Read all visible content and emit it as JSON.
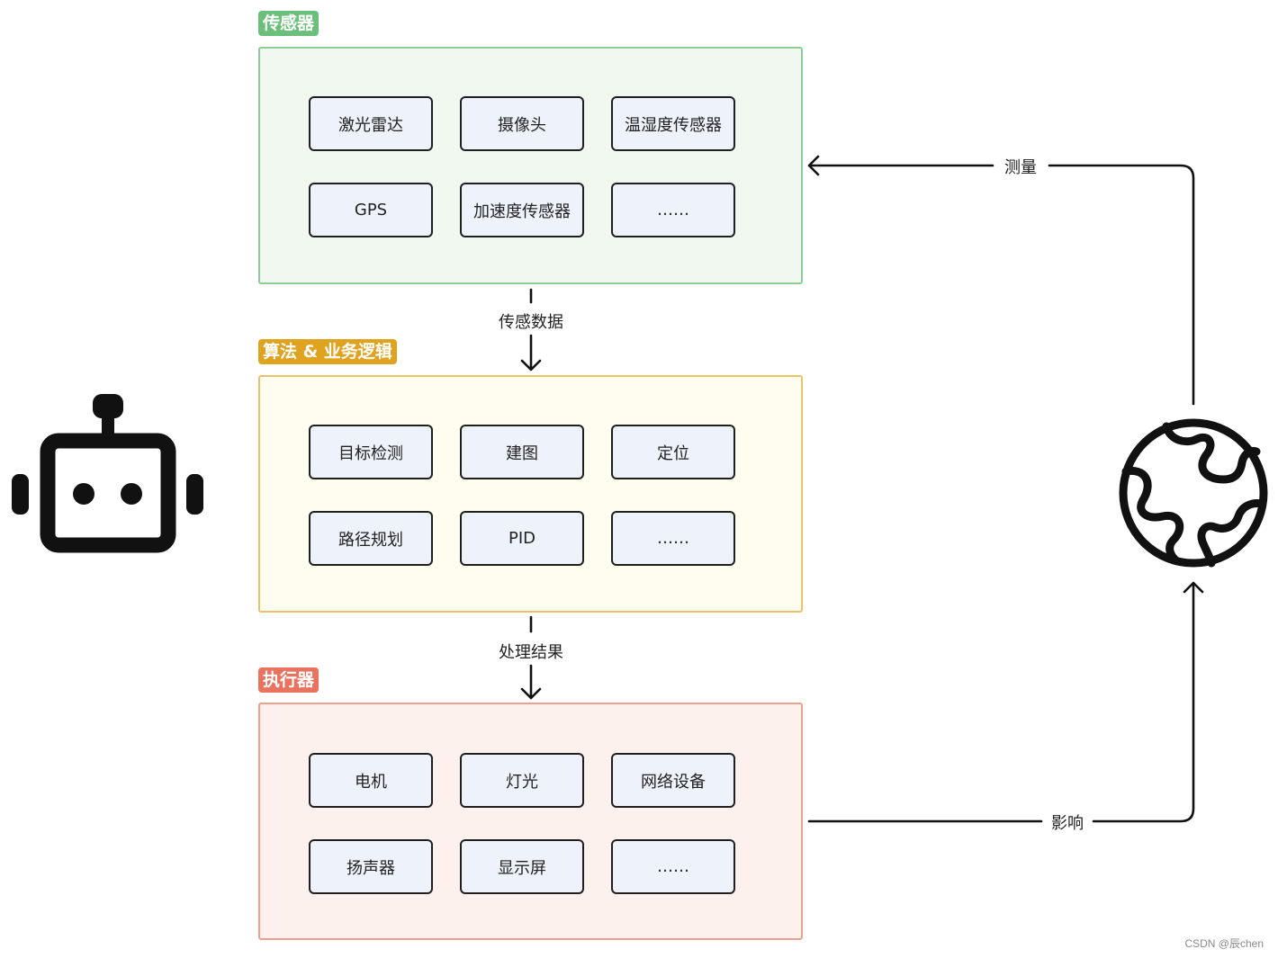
{
  "groups": [
    {
      "title": "传感器",
      "color": "#6cbf7a",
      "fill": "#f1f8f0",
      "border": "#8dcc95",
      "items": [
        "激光雷达",
        "摄像头",
        "温湿度传感器",
        "GPS",
        "加速度传感器",
        "……"
      ]
    },
    {
      "title": "算法 & 业务逻辑",
      "color": "#e0a320",
      "fill": "#fffdf0",
      "border": "#e9c36a",
      "items": [
        "目标检测",
        "建图",
        "定位",
        "路径规划",
        "PID",
        "……"
      ]
    },
    {
      "title": "执行器",
      "color": "#e8735e",
      "fill": "#fdf1ee",
      "border": "#ef9f8f",
      "items": [
        "电机",
        "灯光",
        "网络设备",
        "扬声器",
        "显示屏",
        "……"
      ]
    }
  ],
  "edges": {
    "sensor_to_algo": "传感数据",
    "algo_to_actuator": "处理结果",
    "world_to_sensor": "测量",
    "actuator_to_world": "影响"
  },
  "icons": {
    "robot": "robot-icon",
    "world": "globe-icon"
  },
  "watermark": "CSDN @辰chen"
}
